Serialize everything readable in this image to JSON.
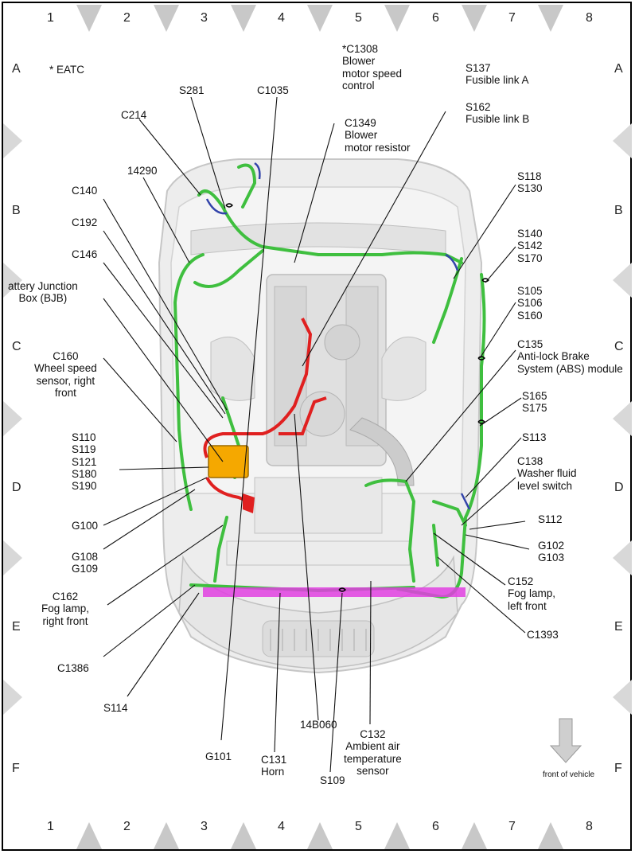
{
  "grid": {
    "columns": [
      "1",
      "2",
      "3",
      "4",
      "5",
      "6",
      "7",
      "8"
    ],
    "rows": [
      "A",
      "B",
      "C",
      "D",
      "E",
      "F"
    ]
  },
  "note": "* EATC",
  "labels": {
    "s281": "S281",
    "c1035": "C1035",
    "c1308": "*C1308\nBlower\nmotor speed\ncontrol",
    "c1349": "C1349\nBlower\nmotor resistor",
    "s137": "S137\nFusible link A",
    "s162": "S162\nFusible link B",
    "c214": "C214",
    "n14290": "14290",
    "c140": "C140",
    "c192": "C192",
    "c146": "C146",
    "bjb": "attery Junction\nBox (BJB)",
    "c160": "C160\nWheel speed\nsensor, right\nfront",
    "s110": "S110\nS119\nS121\nS180\nS190",
    "g100": "G100",
    "g108": "G108\nG109",
    "c162": "C162\nFog lamp,\nright front",
    "c1386": "C1386",
    "s114": "S114",
    "g101": "G101",
    "c131": "C131\nHorn",
    "s109": "S109",
    "b14b060": "14B060",
    "c132": "C132\nAmbient air\ntemperature\nsensor",
    "s118": "S118\nS130",
    "s140": "S140\nS142\nS170",
    "s105": "S105\nS106\nS160",
    "c135": "C135\nAnti-lock Brake\nSystem (ABS) module",
    "s165": "S165\nS175",
    "s113": "S113",
    "c138": "C138\nWasher fluid\nlevel switch",
    "s112": "S112",
    "g102": "G102\nG103",
    "c152": "C152\nFog lamp,\nleft front",
    "c1393": "C1393"
  },
  "front_of_vehicle": "front of vehicle",
  "colors": {
    "harness_green": "#3fbf3f",
    "harness_blue": "#3344aa",
    "battery_cable_red": "#e02020",
    "bjb_yellow": "#f5a800",
    "bumper_magenta": "#e040e0",
    "arrow_grey": "#cfcfcf"
  }
}
